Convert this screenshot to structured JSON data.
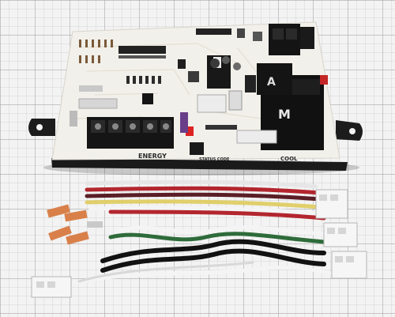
{
  "photo": {
    "board_label_left": "ENERGY",
    "board_label_right": "COOL",
    "board_label_mid": "STATUS CODE"
  },
  "colors": {
    "background": "#f3f3f3",
    "board": "#f2f0ea",
    "board_base": "#1a1a1a",
    "relay": "#111111",
    "wire_red": "#b3262e",
    "wire_yellow": "#e0cf6a",
    "wire_green": "#2e6b3a",
    "wire_black": "#121212",
    "wire_white": "#f4f4f4",
    "terminal": "#d9804a"
  }
}
